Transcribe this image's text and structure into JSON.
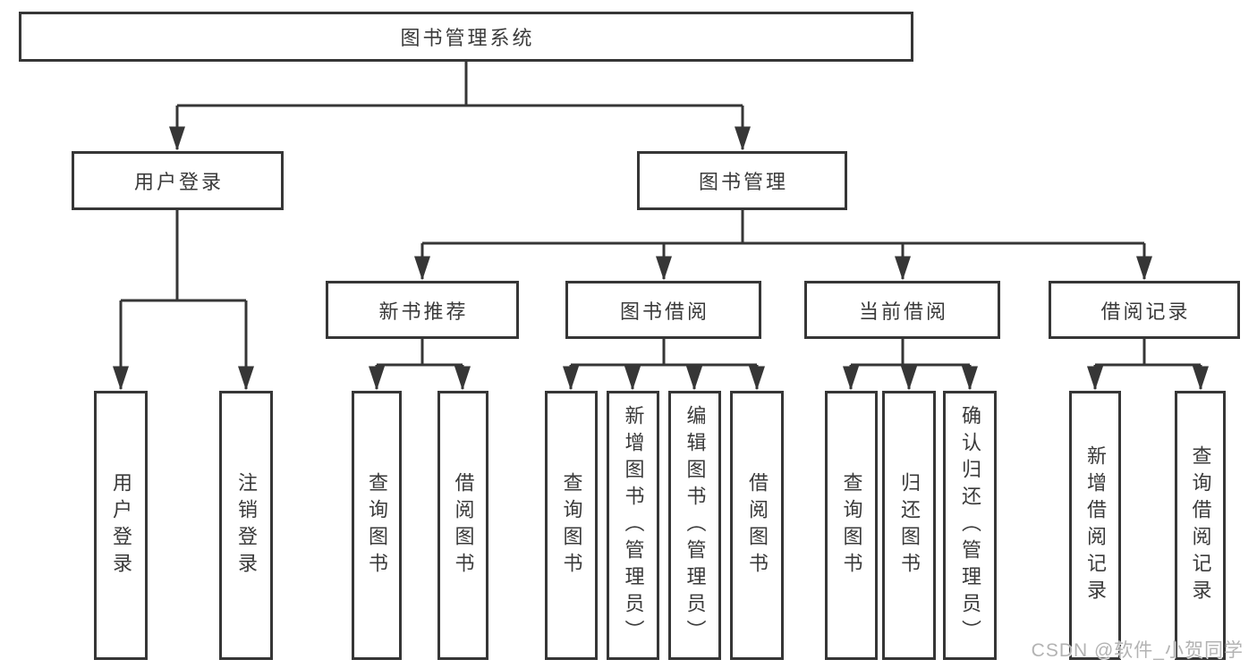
{
  "diagram": {
    "root": {
      "label": "图书管理系统"
    },
    "branches": [
      {
        "id": "user-login",
        "label": "用户登录"
      },
      {
        "id": "book-management",
        "label": "图书管理"
      }
    ],
    "modules": [
      {
        "id": "new-book-recommend",
        "label": "新书推荐"
      },
      {
        "id": "book-borrowing",
        "label": "图书借阅"
      },
      {
        "id": "current-borrowing",
        "label": "当前借阅"
      },
      {
        "id": "borrowing-records",
        "label": "借阅记录"
      }
    ],
    "leaves": [
      {
        "parent": "user-login",
        "label": "用户登录"
      },
      {
        "parent": "user-login",
        "label": "注销登录"
      },
      {
        "parent": "new-book-recommend",
        "label": "查询图书"
      },
      {
        "parent": "new-book-recommend",
        "label": "借阅图书"
      },
      {
        "parent": "book-borrowing",
        "label": "查询图书"
      },
      {
        "parent": "book-borrowing",
        "label": "新增图书（管理员）"
      },
      {
        "parent": "book-borrowing",
        "label": "编辑图书（管理员）"
      },
      {
        "parent": "book-borrowing",
        "label": "借阅图书"
      },
      {
        "parent": "current-borrowing",
        "label": "查询图书"
      },
      {
        "parent": "current-borrowing",
        "label": "归还图书"
      },
      {
        "parent": "current-borrowing",
        "label": "确认归还（管理员）"
      },
      {
        "parent": "borrowing-records",
        "label": "新增借阅记录"
      },
      {
        "parent": "borrowing-records",
        "label": "查询借阅记录"
      }
    ]
  },
  "watermark": {
    "text": "CSDN @软件_小贺同学"
  },
  "colors": {
    "line": "#363636",
    "text": "#3a3a3a",
    "background": "#ffffff",
    "watermark": "#b3b3b3"
  }
}
